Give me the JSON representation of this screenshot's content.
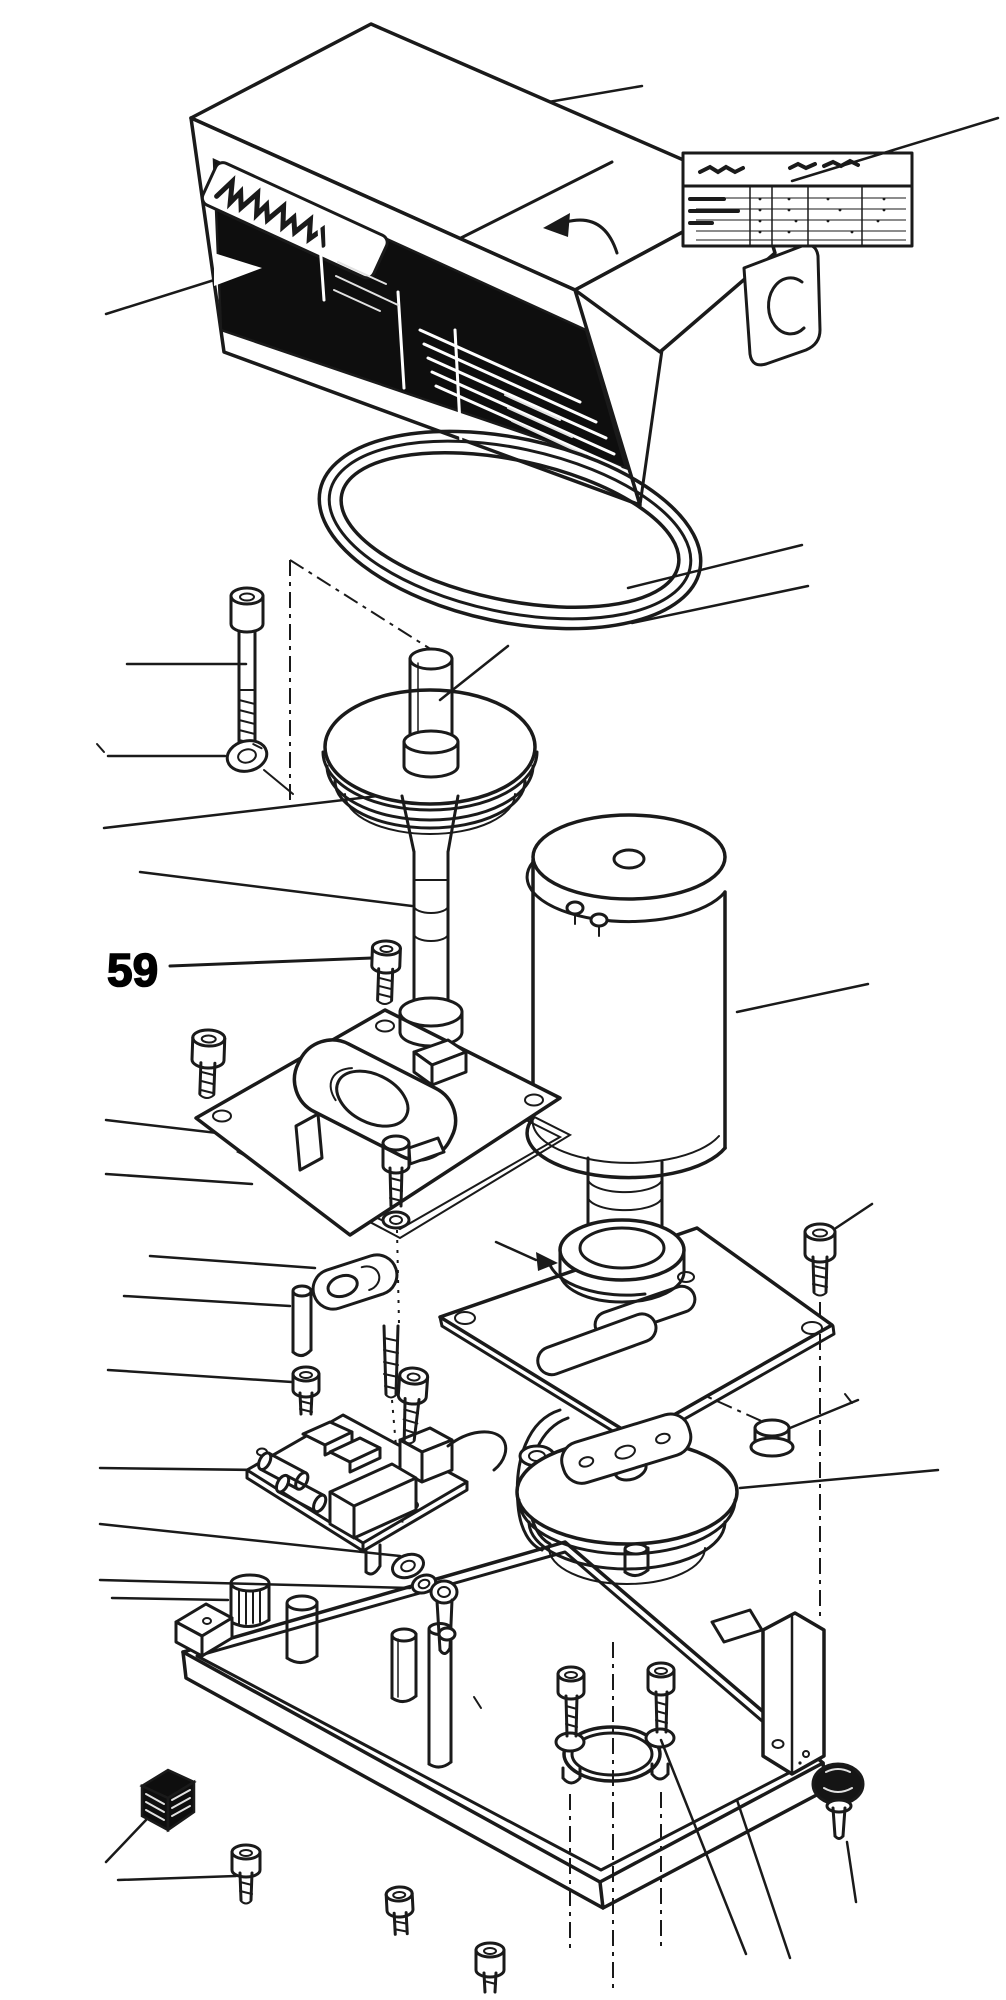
{
  "annotations": {
    "part_label": "59"
  },
  "colors": {
    "paper": "#ffffff",
    "ink": "#1a1a1a",
    "panel": "#0e0e0e"
  },
  "spec_plate": {
    "rows_visible": 5,
    "columns_visible": 4,
    "text_legible": false
  },
  "brand_panel": {
    "text_legible": false
  },
  "figure_type": "exploded-parts-diagram"
}
